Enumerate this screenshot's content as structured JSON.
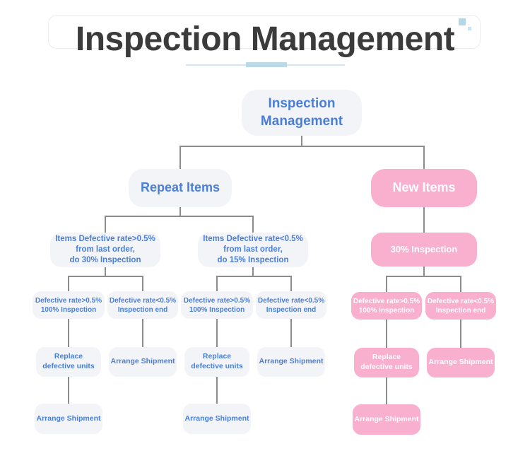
{
  "title": {
    "text": "Inspection Management"
  },
  "diagram": {
    "root": "Inspection Management",
    "repeat_items": "Repeat Items",
    "new_items": "New Items",
    "repeat_high": "Items Defective rate>0.5%\nfrom last order,\ndo 30% Inspection",
    "repeat_low": "Items Defective rate<0.5%\nfrom last order,\ndo 15% Inspection",
    "new_inspection": "30% Inspection",
    "rate_high": "Defective rate>0.5%\n100% Inspection",
    "rate_low": "Defective rate<0.5%\nInspection end",
    "replace": "Replace\ndefective units",
    "arrange": "Arrange Shipment"
  },
  "colors": {
    "node_blue_text": "#4a7fd8",
    "node_pink_bg": "#f9afce",
    "node_gray_bg": "#f3f4f7",
    "connector_gray": "#8c8c8c",
    "title_text": "#3b3b3b",
    "accent_light_blue": "#b3d7e9"
  }
}
